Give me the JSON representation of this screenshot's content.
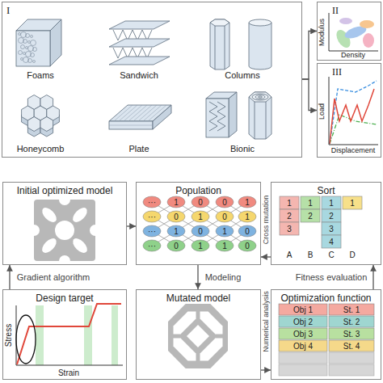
{
  "diagram": {
    "nodes": [
      {
        "text": [
          "I"
        ]
      },
      {
        "text": [
          "II"
        ]
      },
      {
        "text": [
          "III"
        ]
      },
      {
        "text": [
          "Initial optimized model"
        ]
      },
      {
        "text": [
          "Population"
        ]
      },
      {
        "text": [
          "Sort"
        ]
      },
      {
        "text": [
          "Design target"
        ]
      },
      {
        "text": [
          "Mutated model"
        ]
      },
      {
        "text": [
          "Optimization function"
        ]
      }
    ],
    "edges": [
      {
        "from": 0,
        "to": 1,
        "arrow": "to"
      },
      {
        "from": 0,
        "to": 2,
        "arrow": "to"
      },
      {
        "from": 3,
        "to": 4,
        "arrow": "to"
      },
      {
        "from": 5,
        "to": 4,
        "label": "Cross mutation",
        "arrow": "to"
      },
      {
        "from": 4,
        "to": 7,
        "label": "Modeling",
        "arrow": "to"
      },
      {
        "from": 7,
        "to": 8,
        "label": "Numerical analysis",
        "arrow": "to"
      },
      {
        "from": 8,
        "to": 5,
        "label": "Fitness evaluation",
        "arrow": "to"
      },
      {
        "from": 6,
        "to": 3,
        "label": "Gradient algorithm",
        "arrow": "to"
      }
    ],
    "labels": [
      "Foams",
      "Sandwich",
      "Columns",
      "Honeycomb",
      "Plate",
      "Bionic",
      "Modulus",
      "Density",
      "Load",
      "Displacement",
      "···",
      "1",
      "0",
      "0",
      "1",
      "···",
      "0",
      "1",
      "0",
      "1",
      "···",
      "1",
      "0",
      "1",
      "0",
      "···",
      "0",
      "1",
      "1",
      "0",
      "A",
      "B",
      "C",
      "D",
      "1",
      "2",
      "3",
      "1",
      "2",
      "1",
      "2",
      "3",
      "4",
      "1",
      "Obj 1",
      "St. 1",
      "Obj 2",
      "St. 2",
      "Obj 3",
      "St. 3",
      "Obj 4",
      "St. 4",
      "Stress",
      "Strain"
    ]
  }
}
